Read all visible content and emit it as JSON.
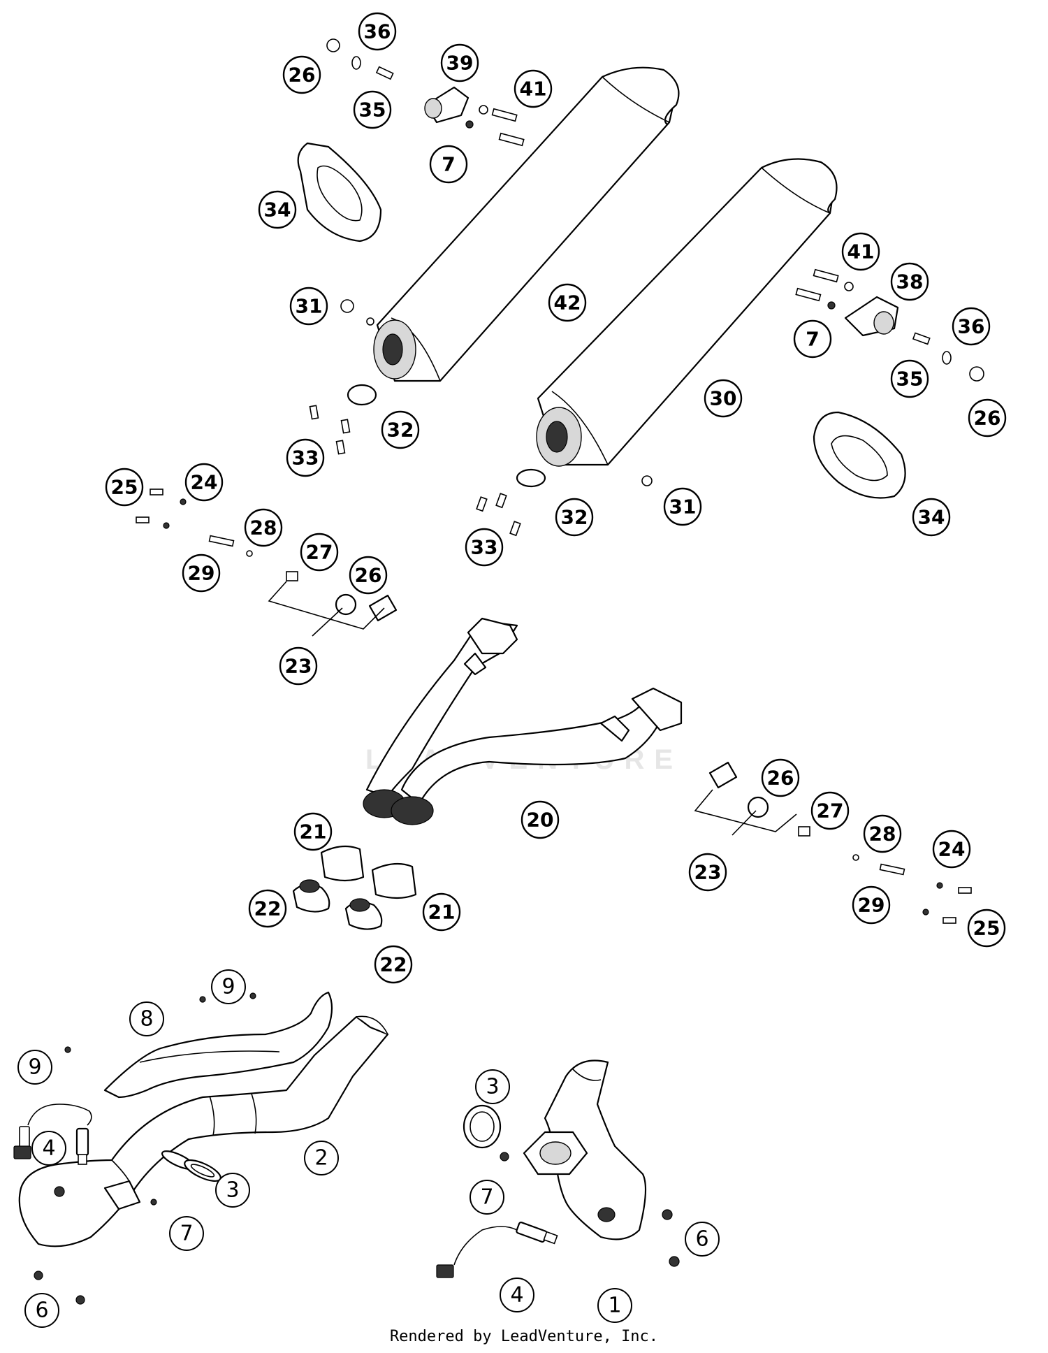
{
  "diagram": {
    "watermark_text": "LEADVENTURE",
    "footer_text": "Rendered by LeadVenture, Inc."
  },
  "callouts": [
    {
      "id": "c36a",
      "label": "36"
    },
    {
      "id": "c26a",
      "label": "26"
    },
    {
      "id": "c35a",
      "label": "35"
    },
    {
      "id": "c39",
      "label": "39"
    },
    {
      "id": "c41a",
      "label": "41"
    },
    {
      "id": "c7a",
      "label": "7"
    },
    {
      "id": "c34a",
      "label": "34"
    },
    {
      "id": "c31a",
      "label": "31"
    },
    {
      "id": "c42",
      "label": "42"
    },
    {
      "id": "c32a",
      "label": "32"
    },
    {
      "id": "c33a",
      "label": "33"
    },
    {
      "id": "c41b",
      "label": "41"
    },
    {
      "id": "c38",
      "label": "38"
    },
    {
      "id": "c7b",
      "label": "7"
    },
    {
      "id": "c36b",
      "label": "36"
    },
    {
      "id": "c35b",
      "label": "35"
    },
    {
      "id": "c26b",
      "label": "26"
    },
    {
      "id": "c30",
      "label": "30"
    },
    {
      "id": "c34b",
      "label": "34"
    },
    {
      "id": "c31b",
      "label": "31"
    },
    {
      "id": "c32b",
      "label": "32"
    },
    {
      "id": "c33b",
      "label": "33"
    },
    {
      "id": "c25a",
      "label": "25"
    },
    {
      "id": "c24a",
      "label": "24"
    },
    {
      "id": "c28a",
      "label": "28"
    },
    {
      "id": "c27a",
      "label": "27"
    },
    {
      "id": "c29a",
      "label": "29"
    },
    {
      "id": "c26c",
      "label": "26"
    },
    {
      "id": "c23a",
      "label": "23"
    },
    {
      "id": "c20",
      "label": "20"
    },
    {
      "id": "c26d",
      "label": "26"
    },
    {
      "id": "c27b",
      "label": "27"
    },
    {
      "id": "c28b",
      "label": "28"
    },
    {
      "id": "c24b",
      "label": "24"
    },
    {
      "id": "c23b",
      "label": "23"
    },
    {
      "id": "c29b",
      "label": "29"
    },
    {
      "id": "c25b",
      "label": "25"
    },
    {
      "id": "c21a",
      "label": "21"
    },
    {
      "id": "c21b",
      "label": "21"
    },
    {
      "id": "c22a",
      "label": "22"
    },
    {
      "id": "c22b",
      "label": "22"
    },
    {
      "id": "c9a",
      "label": "9"
    },
    {
      "id": "c8",
      "label": "8"
    },
    {
      "id": "c9b",
      "label": "9"
    },
    {
      "id": "c4a",
      "label": "4"
    },
    {
      "id": "c2",
      "label": "2"
    },
    {
      "id": "c3a",
      "label": "3"
    },
    {
      "id": "c7c",
      "label": "7"
    },
    {
      "id": "c6a",
      "label": "6"
    },
    {
      "id": "c3b",
      "label": "3"
    },
    {
      "id": "c7d",
      "label": "7"
    },
    {
      "id": "c6b",
      "label": "6"
    },
    {
      "id": "c4b",
      "label": "4"
    },
    {
      "id": "c1",
      "label": "1"
    }
  ]
}
